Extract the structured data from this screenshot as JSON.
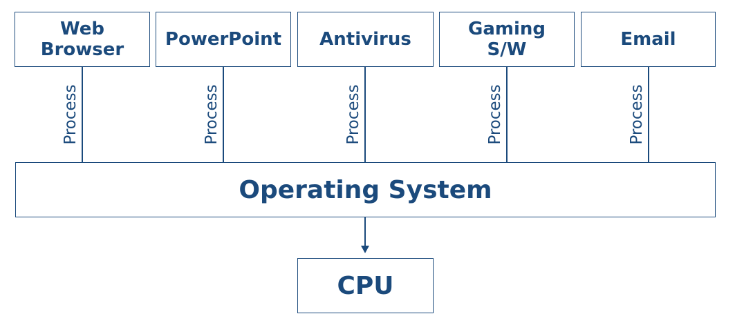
{
  "apps": [
    {
      "label": "Web\nBrowser"
    },
    {
      "label": "PowerPoint"
    },
    {
      "label": "Antivirus"
    },
    {
      "label": "Gaming\nS/W"
    },
    {
      "label": "Email"
    }
  ],
  "process_label": "Process",
  "os": {
    "label": "Operating System"
  },
  "cpu": {
    "label": "CPU"
  },
  "colors": {
    "primary": "#1b4a7c",
    "background": "#ffffff"
  }
}
